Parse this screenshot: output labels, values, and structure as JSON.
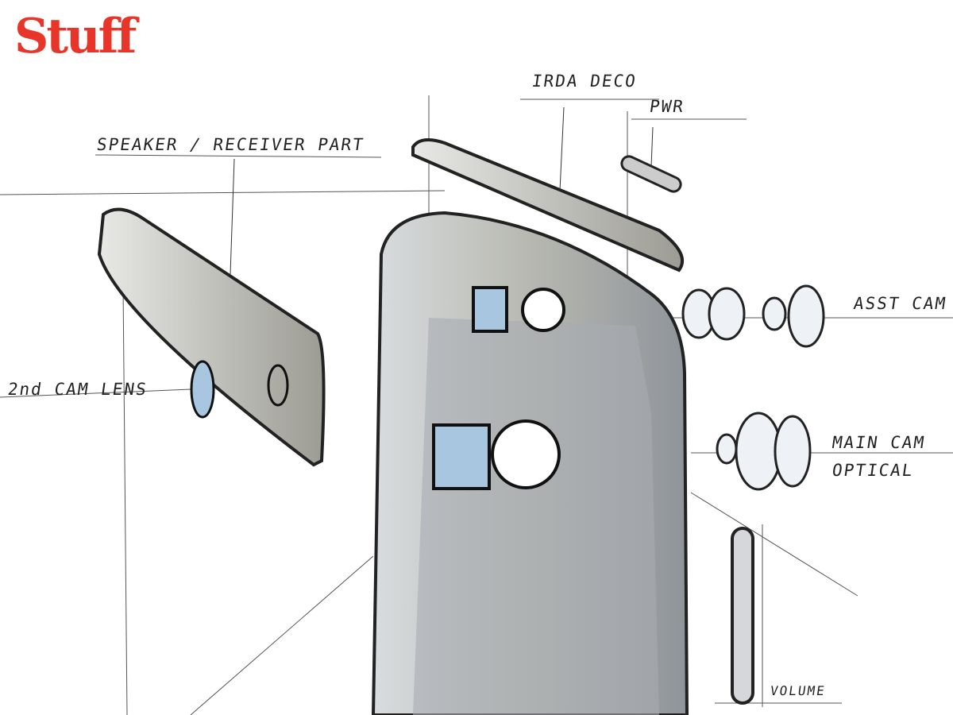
{
  "brand": {
    "logo_text": "Stuff",
    "color": "#e8352a"
  },
  "labels": {
    "speaker": "SPEAKER / RECEIVER PART",
    "irda": "IRDA DECO",
    "pwr": "PWR",
    "asst_cam": "ASST CAM",
    "second_cam": "2nd CAM LENS",
    "main_cam": "MAIN CAM",
    "optical": "OPTICAL",
    "volume": "VOLUME"
  }
}
